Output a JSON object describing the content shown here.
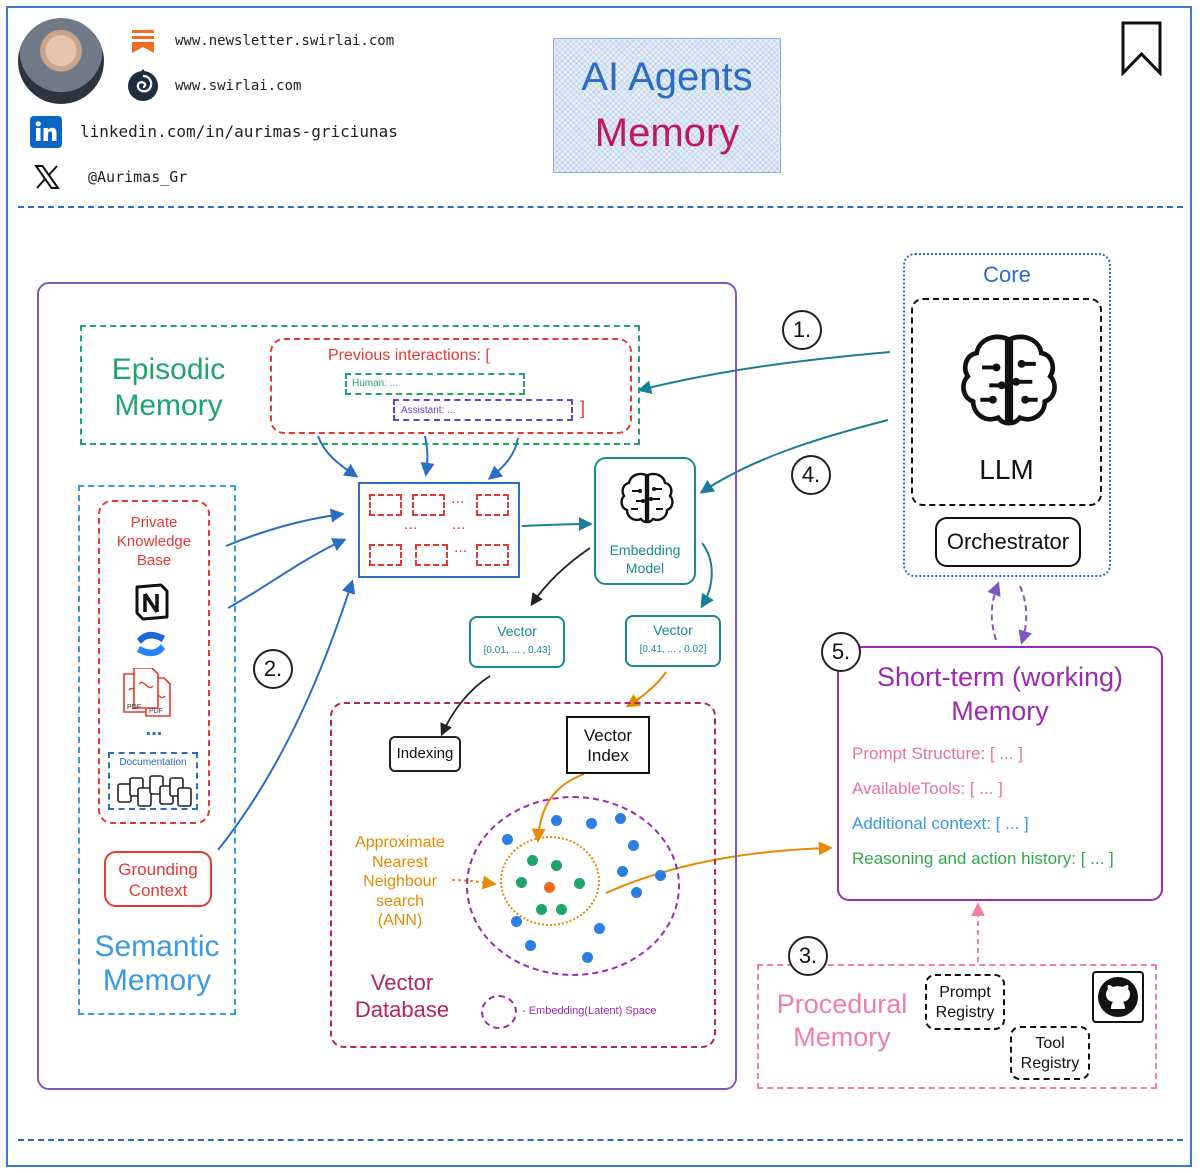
{
  "header": {
    "newsletter_url": "www.newsletter.swirlai.com",
    "site_url": "www.swirlai.com",
    "linkedin": "linkedin.com/in/aurimas-griciunas",
    "x_handle": "@Aurimas_Gr",
    "title_line1": "AI Agents",
    "title_line2": "Memory"
  },
  "core": {
    "label": "Core",
    "llm_label": "LLM",
    "orchestrator_label": "Orchestrator"
  },
  "steps": [
    "1.",
    "2.",
    "3.",
    "4.",
    "5."
  ],
  "episodic": {
    "title_line1": "Episodic",
    "title_line2": "Memory",
    "prev_label": "Previous interactions: [",
    "human_label": "Human: ...",
    "assistant_label": "Assistant: ...",
    "close_bracket": "]"
  },
  "semantic": {
    "title_line1": "Semantic",
    "title_line2": "Memory",
    "kb_line1": "Private",
    "kb_line2": "Knowledge",
    "kb_line3": "Base",
    "ellipsis": "...",
    "documentation_label": "Documentation",
    "grounding_line1": "Grounding",
    "grounding_line2": "Context",
    "pdf_label": "PDF"
  },
  "chunks": {
    "dots": "..."
  },
  "embedding": {
    "line1": "Embedding",
    "line2": "Model"
  },
  "vectors": [
    {
      "label": "Vector",
      "value": "[0.01, ... , 0.43]"
    },
    {
      "label": "Vector",
      "value": "[0.41, ... , 0.02]"
    }
  ],
  "vector_db": {
    "indexing_label": "Indexing",
    "vector_index_line1": "Vector",
    "vector_index_line2": "Index",
    "ann_line1": "Approximate",
    "ann_line2": "Nearest",
    "ann_line3": "Neighbour",
    "ann_line4": "search",
    "ann_line5": "(ANN)",
    "title_line1": "Vector",
    "title_line2": "Database",
    "legend_label": "- Embedding(Latent) Space"
  },
  "short_term": {
    "title_line1": "Short-term (working)",
    "title_line2": "Memory",
    "items": [
      {
        "text": "Prompt Structure: [ ... ]",
        "color": "#e8739a"
      },
      {
        "text": "AvailableTools: [ ... ]",
        "color": "#e8739a"
      },
      {
        "text": "Additional context: [ ... ]",
        "color": "#3a9ae0"
      },
      {
        "text": "Reasoning and action history: [ ... ]",
        "color": "#2eaa4a"
      }
    ]
  },
  "procedural": {
    "title_line1": "Procedural",
    "title_line2": "Memory",
    "prompt_line1": "Prompt",
    "prompt_line2": "Registry",
    "tool_line1": "Tool",
    "tool_line2": "Registry"
  },
  "colors": {
    "blue": "#2b6cc4",
    "purple": "#7e57c2",
    "green": "#1fa46a",
    "red": "#e53935",
    "teal": "#1a8a8a",
    "crimson": "#b3245a",
    "orange": "#e68a00",
    "pink": "#ef7fa5",
    "magenta": "#9c2bb0"
  }
}
